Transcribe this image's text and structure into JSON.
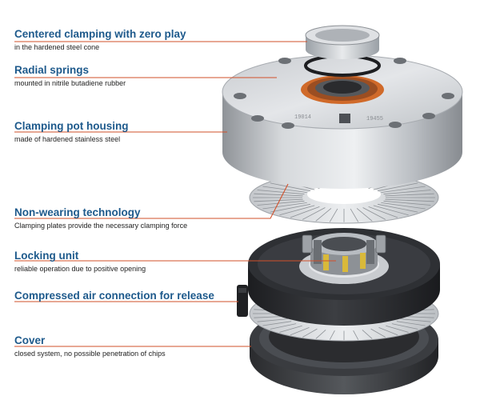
{
  "callouts": [
    {
      "id": "centered-clamping",
      "title": "Centered clamping with zero play",
      "subtitle": "in the hardened steel cone"
    },
    {
      "id": "radial-springs",
      "title": "Radial springs",
      "subtitle": "mounted in nitrile butadiene rubber"
    },
    {
      "id": "clamping-pot-housing",
      "title": "Clamping pot housing",
      "subtitle": "made of hardened stainless steel"
    },
    {
      "id": "non-wearing-technology",
      "title": "Non-wearing technology",
      "subtitle": "Clamping plates provide the necessary clamping force"
    },
    {
      "id": "locking-unit",
      "title": "Locking unit",
      "subtitle": "reliable operation due to positive opening"
    },
    {
      "id": "compressed-air-connection",
      "title": "Compressed air connection for release",
      "subtitle": ""
    },
    {
      "id": "cover",
      "title": "Cover",
      "subtitle": "closed system, no possible penetration of chips"
    }
  ],
  "housing_stamps": {
    "left": "19014",
    "right": "19455"
  },
  "colors": {
    "label_title": "#1e5a8c",
    "leader_line": "#d2502a",
    "steel_light": "#e2e4e7",
    "steel_dark": "#8d9196",
    "rubber": "#2a2b2e",
    "seal_orange": "#d06a2a"
  }
}
